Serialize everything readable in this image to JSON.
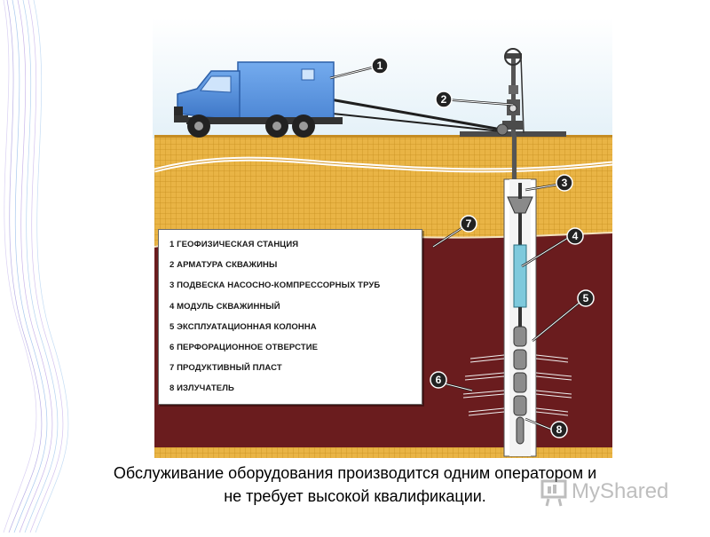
{
  "legend": {
    "items": [
      "1 ГЕОФИЗИЧЕСКАЯ СТАНЦИЯ",
      "2 АРМАТУРА СКВАЖИНЫ",
      "3 ПОДВЕСКА НАСОСНО-КОМПРЕССОРНЫХ ТРУБ",
      "4 МОДУЛЬ СКВАЖИННЫЙ",
      "5 ЭКСПЛУАТАЦИОННАЯ КОЛОННА",
      "6 ПЕРФОРАЦИОННОЕ ОТВЕРСТИЕ",
      "7 ПРОДУКТИВНЫЙ ПЛАСТ",
      "8 ИЗЛУЧАТЕЛЬ"
    ]
  },
  "callouts": [
    "1",
    "2",
    "3",
    "4",
    "5",
    "6",
    "7",
    "8"
  ],
  "caption": {
    "line1": "Обслуживание оборудования производится одним оператором и",
    "line2": "не требует высокой квалификации."
  },
  "watermark": {
    "text": "MyShared"
  },
  "colors": {
    "soil": "#e8b346",
    "soil_grid": "#c98e24",
    "formation": "#6a1c1e",
    "truck_blue": "#3e78c8",
    "cab_blue": "#4f8fdc",
    "tube": "#7ec9dc",
    "callout": "#222222"
  }
}
